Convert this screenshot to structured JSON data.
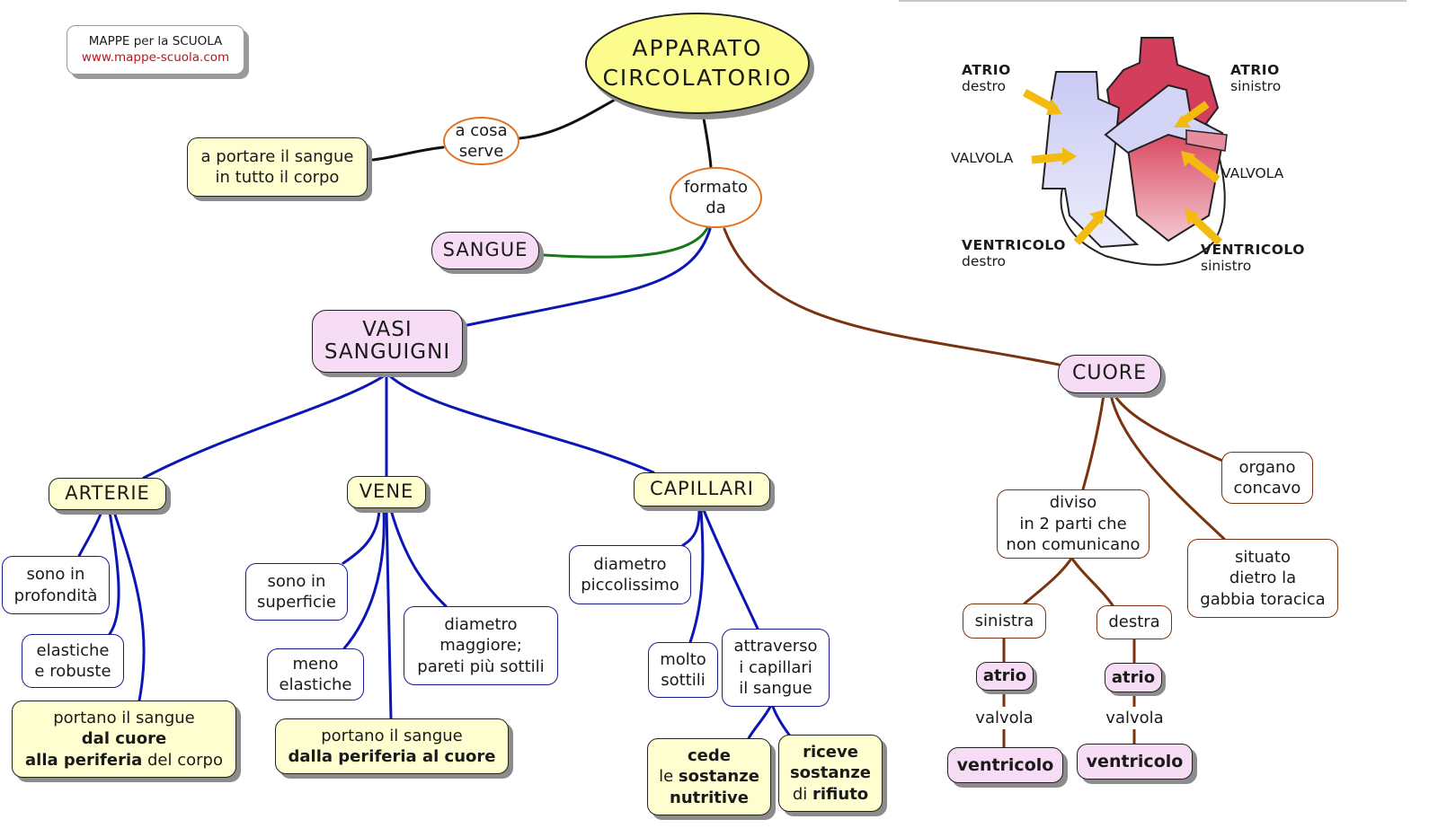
{
  "brand": {
    "line1": "MAPPE per la SCUOLA",
    "line2": "www.mappe-scuola.com"
  },
  "colors": {
    "link_black": "#111111",
    "link_blue": "#0c16b4",
    "link_green": "#157a15",
    "link_brown": "#7a3210",
    "title_fill": "#fcfc8c",
    "accent_orange": "#e07528"
  },
  "root": {
    "line1": "APPARATO",
    "line2": "CIRCOLATORIO"
  },
  "purpose": {
    "connector": {
      "line1": "a cosa",
      "line2": "serve"
    },
    "answer": {
      "line1": "a portare il sangue",
      "line2": "in tutto il corpo"
    }
  },
  "composition": {
    "connector": {
      "line1": "formato",
      "line2": "da"
    },
    "sangue": "SANGUE",
    "vasi": {
      "line1": "VASI",
      "line2": "SANGUIGNI"
    },
    "cuore": "CUORE"
  },
  "arterie": {
    "label": "ARTERIE",
    "props": [
      {
        "line1": "sono in",
        "line2": "profondità"
      },
      {
        "line1": "elastiche",
        "line2": "e robuste"
      }
    ],
    "function": {
      "l1": "portano il sangue",
      "l2_bold": "dal cuore",
      "l3_bold": "alla periferia",
      "l3_rest": " del corpo"
    }
  },
  "vene": {
    "label": "VENE",
    "props": [
      {
        "line1": "sono in",
        "line2": "superficie"
      },
      {
        "line1": "meno",
        "line2": "elastiche"
      },
      {
        "line1": "diametro",
        "line2": "maggiore;",
        "line3": "pareti più sottili"
      }
    ],
    "function": {
      "l1": "portano il sangue",
      "l2_bold": "dalla periferia al cuore"
    }
  },
  "capillari": {
    "label": "CAPILLARI",
    "props": [
      {
        "line1": "diametro",
        "line2": "piccolissimo"
      },
      {
        "line1": "molto",
        "line2": "sottili"
      },
      {
        "line1": "attraverso",
        "line2": "i capillari",
        "line3": "il sangue"
      }
    ],
    "cede": {
      "l1_bold": "cede",
      "l2_pre": "le ",
      "l2_bold": "sostanze",
      "l3_bold": "nutritive"
    },
    "riceve": {
      "l1_bold": "riceve",
      "l2_bold": "sostanze",
      "l3_pre": "di ",
      "l3_bold": "rifiuto"
    }
  },
  "cuore_detail": {
    "diviso": {
      "line1": "diviso",
      "line2": "in 2 parti che",
      "line3": "non comunicano"
    },
    "organo": {
      "line1": "organo",
      "line2": "concavo"
    },
    "situato": {
      "line1": "situato",
      "line2": "dietro la",
      "line3": "gabbia toracica"
    },
    "sinistra": {
      "label": "sinistra",
      "atrio": "atrio",
      "valvola": "valvola",
      "ventricolo": "ventricolo"
    },
    "destra": {
      "label": "destra",
      "atrio": "atrio",
      "valvola": "valvola",
      "ventricolo": "ventricolo"
    }
  },
  "heart_image": {
    "atrio_destro": {
      "bold": "ATRIO",
      "sub": "destro"
    },
    "atrio_sinistro": {
      "bold": "ATRIO",
      "sub": "sinistro"
    },
    "valvola_left": "VALVOLA",
    "valvola_right": "VALVOLA",
    "ventricolo_destro": {
      "bold": "VENTRICOLO",
      "sub": "destro"
    },
    "ventricolo_sinistro": {
      "bold": "VENTRICOLO",
      "sub": "sinistro"
    }
  }
}
